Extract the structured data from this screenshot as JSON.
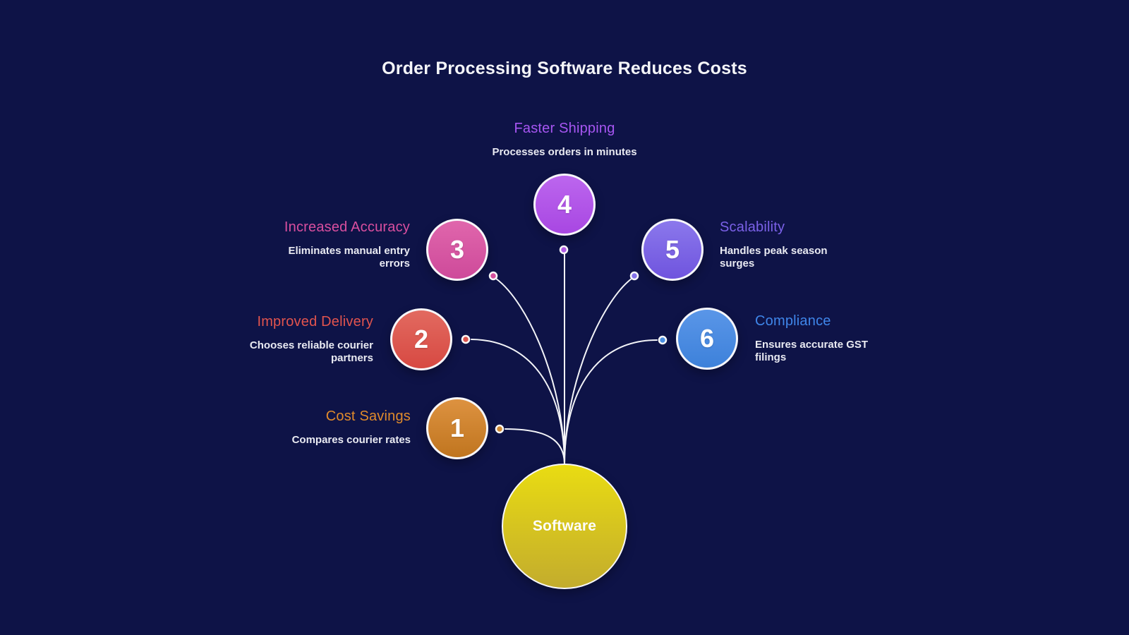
{
  "title": {
    "text": "Order Processing Software Reduces Costs"
  },
  "background_color": "#0e1347",
  "connector_color": "#f3f4f8",
  "center_node": {
    "label": "Software",
    "color_top": "#e9dc12",
    "color_bottom": "#c3ac2d"
  },
  "nodes": [
    {
      "number": "1",
      "label": "Cost Savings",
      "description": "Compares courier rates",
      "accent": "#e08a2b",
      "circle_top": "#dd9240",
      "circle_bottom": "#c0751f",
      "dot": "#d08a33"
    },
    {
      "number": "2",
      "label": "Improved Delivery",
      "description": "Chooses reliable courier partners",
      "accent": "#e2544e",
      "circle_top": "#e26a60",
      "circle_bottom": "#d74942",
      "dot": "#dc544e"
    },
    {
      "number": "3",
      "label": "Increased Accuracy",
      "description": "Eliminates manual entry errors",
      "accent": "#da4f9f",
      "circle_top": "#e066ac",
      "circle_bottom": "#ce4a9a",
      "dot": "#d6509e"
    },
    {
      "number": "4",
      "label": "Faster Shipping",
      "description": "Processes orders in minutes",
      "accent": "#a756f2",
      "circle_top": "#bc66ee",
      "circle_bottom": "#a847e2",
      "dot": "#b15ce6"
    },
    {
      "number": "5",
      "label": "Scalability",
      "description": "Handles peak season surges",
      "accent": "#7b61e8",
      "circle_top": "#8b78ec",
      "circle_bottom": "#6f54de",
      "dot": "#8472ea"
    },
    {
      "number": "6",
      "label": "Compliance",
      "description": "Ensures accurate GST filings",
      "accent": "#3f86ea",
      "circle_top": "#5a96e8",
      "circle_bottom": "#3d81da",
      "dot": "#4a8fe2"
    }
  ]
}
